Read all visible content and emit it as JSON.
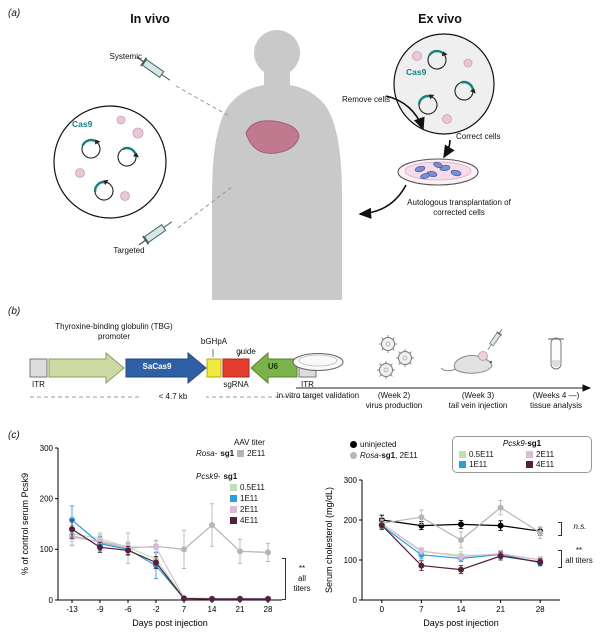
{
  "colors": {
    "body_gray": "#c9c9c9",
    "liver_pink": "#c0798f",
    "teal": "#187f7f",
    "cell_pink": "#eac6d9",
    "itr_gray": "#dcdcdc",
    "tbg_green": "#ccd9a2",
    "sacas9_blue": "#2f5fa5",
    "bghpa_yellow": "#f2e93d",
    "guide_red": "#e23c2d",
    "u6_green": "#7bb34a"
  },
  "panel_a": {
    "label": "(a)",
    "in_vivo_title": "In vivo",
    "ex_vivo_title": "Ex vivo",
    "systemic_label": "Systemic",
    "targeted_label": "Targeted",
    "cas9_in_vivo": "Cas9",
    "cas9_ex_vivo": "Cas9",
    "remove_cells": "Remove cells",
    "correct_cells": "Correct cells",
    "autologous": "Autologous transplantation of corrected cells"
  },
  "panel_b": {
    "label": "(b)",
    "promoter_label": "Thyroxine-binding globulin (TBG) promoter",
    "bghpa_label": "bGHpA",
    "guide_label": "guide",
    "sacas9_label": "SaCas9",
    "sgrna_label": "sgRNA",
    "u6_label": "U6",
    "itr_left": "ITR",
    "itr_right": "ITR",
    "size_label": "< 4.7 kb",
    "workflow": [
      {
        "week": "",
        "caption": "in vitro target validation"
      },
      {
        "week": "(Week 2)",
        "caption": "virus production"
      },
      {
        "week": "(Week 3)",
        "caption": "tail vein injection"
      },
      {
        "week": "(Weeks 4 —)",
        "caption": "tissue analysis"
      }
    ]
  },
  "panel_c": {
    "label": "(c)"
  },
  "chart_data": [
    {
      "type": "line",
      "xlabel": "Days post injection",
      "ylabel": "% of control serum Pcsk9",
      "ylim": [
        0,
        300
      ],
      "yticks": [
        0,
        100,
        200,
        300
      ],
      "categories": [
        "-13",
        "-9",
        "-6",
        "-2",
        "7",
        "14",
        "21",
        "28"
      ],
      "legend": {
        "header": "AAV titer",
        "rosa_gene": "Rosa-",
        "rosa_tail": "sg1",
        "rosa_value": "2E11",
        "rosa_color": "#b5b5b5",
        "pcsk9_gene": "Pcsk9-",
        "pcsk9_tail": "sg1",
        "entries": [
          {
            "label": "0.5E11",
            "color": "#bfe0b4"
          },
          {
            "label": "1E11",
            "color": "#2b9fd9"
          },
          {
            "label": "2E11",
            "color": "#d9bcd7"
          },
          {
            "label": "4E11",
            "color": "#54203b"
          }
        ]
      },
      "annotations": {
        "sig": "**",
        "label": "all titers"
      },
      "series": [
        {
          "name": "Rosa-sg1 2E11",
          "color": "#b5b5b5",
          "values": [
            127,
            114,
            102,
            106,
            100,
            148,
            96,
            94
          ],
          "errors": [
            20,
            16,
            30,
            12,
            38,
            42,
            24,
            18
          ]
        },
        {
          "name": "Pcsk9-sg1 0.5E11",
          "color": "#bfe0b4",
          "values": [
            131,
            121,
            104,
            81,
            4,
            3,
            3,
            3
          ],
          "errors": [
            16,
            12,
            10,
            14,
            2,
            1,
            1,
            1
          ]
        },
        {
          "name": "Pcsk9-sg1 1E11",
          "color": "#2b9fd9",
          "values": [
            158,
            111,
            100,
            68,
            3,
            2,
            2,
            2
          ],
          "errors": [
            28,
            14,
            12,
            26,
            1,
            1,
            1,
            1
          ]
        },
        {
          "name": "Pcsk9-sg1 2E11",
          "color": "#d9bcd7",
          "values": [
            123,
            116,
            105,
            104,
            4,
            3,
            3,
            3
          ],
          "errors": [
            14,
            12,
            10,
            12,
            2,
            1,
            1,
            1
          ]
        },
        {
          "name": "Pcsk9-sg1 4E11",
          "color": "#54203b",
          "values": [
            140,
            104,
            98,
            74,
            3,
            2,
            2,
            2
          ],
          "errors": [
            18,
            10,
            8,
            12,
            1,
            1,
            1,
            1
          ]
        }
      ]
    },
    {
      "type": "line",
      "xlabel": "Days post injection",
      "ylabel": "Serum cholesterol (mg/dL)",
      "ylim": [
        0,
        300
      ],
      "yticks": [
        0,
        100,
        200,
        300
      ],
      "categories": [
        "0",
        "7",
        "14",
        "21",
        "28"
      ],
      "legend": {
        "uninjected_label": "uninjected",
        "uninjected_color": "#000000",
        "rosa_gene": "Rosa-",
        "rosa_tail": "sg1",
        "rosa_rest": ", 2E11",
        "rosa_color": "#b5b5b5",
        "box_gene": "Pcsk9-",
        "box_tail": "sg1",
        "entries": [
          {
            "label": "0.5E11",
            "color": "#bfe0b4"
          },
          {
            "label": "2E11",
            "color": "#d9bcd7"
          },
          {
            "label": "1E11",
            "color": "#2b9fd9"
          },
          {
            "label": "4E11",
            "color": "#54203b"
          }
        ]
      },
      "annotations": {
        "ns": "n.s.",
        "sig": "**",
        "label": "all titers"
      },
      "series": [
        {
          "name": "uninjected",
          "color": "#000000",
          "values": [
            200,
            186,
            189,
            186,
            172
          ],
          "errors": [
            12,
            10,
            10,
            12,
            10
          ]
        },
        {
          "name": "Rosa-sg1 2E11",
          "color": "#b5b5b5",
          "values": [
            192,
            207,
            150,
            231,
            168
          ],
          "errors": [
            14,
            18,
            20,
            18,
            14
          ]
        },
        {
          "name": "Pcsk9-sg1 0.5E11",
          "color": "#bfe0b4",
          "values": [
            190,
            121,
            112,
            113,
            101
          ],
          "errors": [
            10,
            8,
            10,
            8,
            8
          ]
        },
        {
          "name": "Pcsk9-sg1 1E11",
          "color": "#2b9fd9",
          "values": [
            186,
            113,
            104,
            114,
            93
          ],
          "errors": [
            10,
            10,
            8,
            10,
            8
          ]
        },
        {
          "name": "Pcsk9-sg1 2E11",
          "color": "#d9bcd7",
          "values": [
            191,
            123,
            108,
            116,
            100
          ],
          "errors": [
            10,
            8,
            8,
            8,
            8
          ]
        },
        {
          "name": "Pcsk9-sg1 4E11",
          "color": "#54203b",
          "values": [
            187,
            86,
            76,
            110,
            95
          ],
          "errors": [
            10,
            12,
            10,
            10,
            8
          ]
        }
      ]
    }
  ]
}
